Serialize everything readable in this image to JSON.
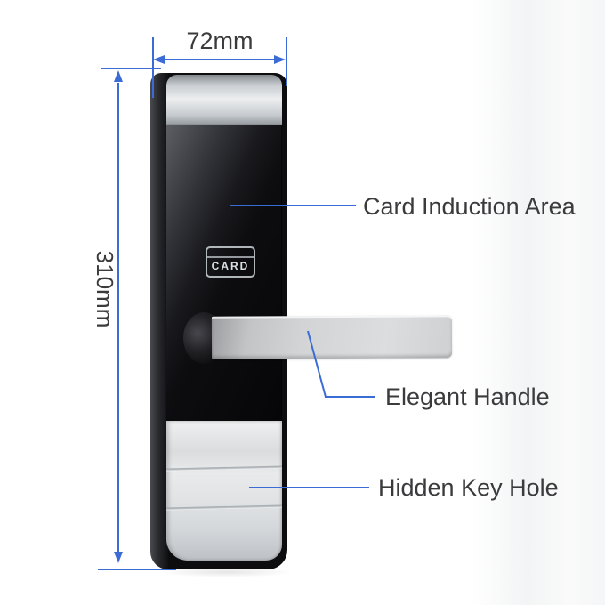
{
  "diagram": {
    "dimensions": {
      "width_label": "72mm",
      "height_label": "310mm"
    },
    "lock": {
      "card_panel_text": "CARD"
    },
    "callouts": [
      {
        "id": "card-induction",
        "label": "Card Induction Area"
      },
      {
        "id": "elegant-handle",
        "label": "Elegant Handle"
      },
      {
        "id": "hidden-keyhole",
        "label": "Hidden Key Hole"
      }
    ],
    "colors": {
      "annotation_blue": "#3b6cd6",
      "label_text": "#3b3b3d",
      "lock_black": "#0d0d0f",
      "lock_silver": "#dcdddf"
    }
  }
}
